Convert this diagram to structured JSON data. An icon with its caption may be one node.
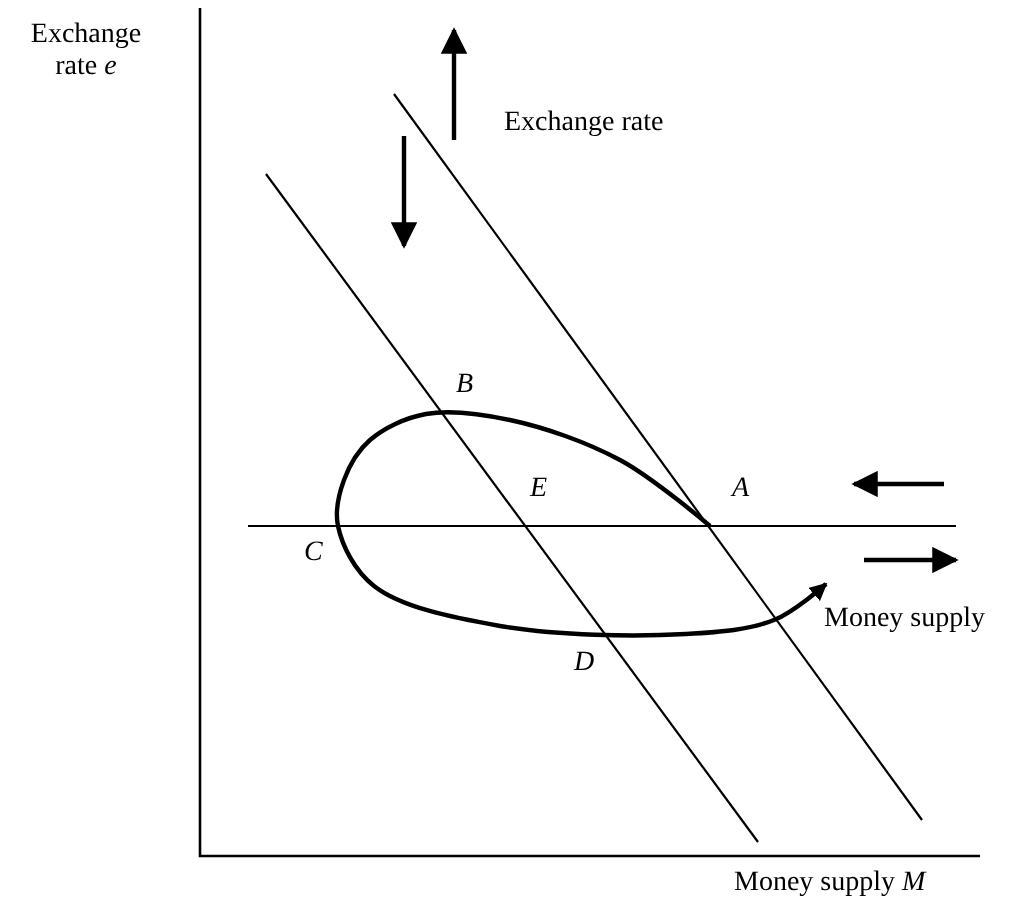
{
  "diagram": {
    "labels": [
      "Exchange rate *e*",
      "Exchange rate",
      "B",
      "E",
      "A",
      "C",
      "D",
      "Money supply",
      "Money supply *M*"
    ]
  }
}
